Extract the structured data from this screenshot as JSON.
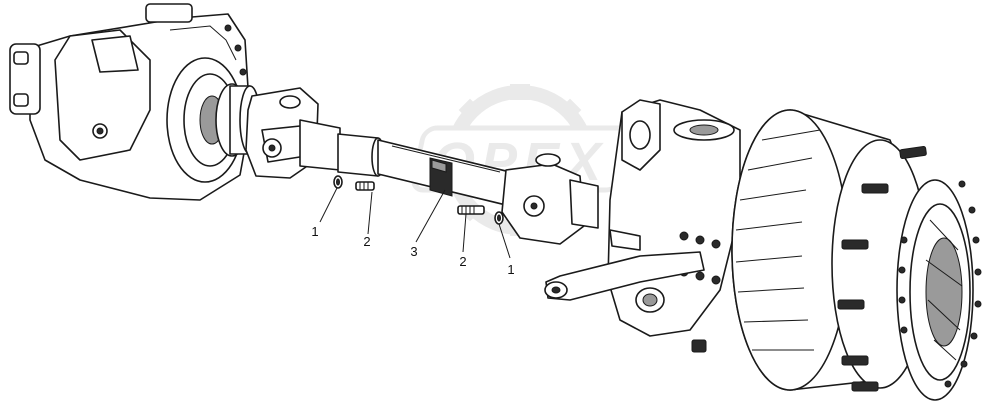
{
  "watermark": {
    "text": "OPEX",
    "color": "#d9d9d9"
  },
  "callouts": [
    {
      "id": "c1a",
      "label": "1"
    },
    {
      "id": "c2a",
      "label": "2"
    },
    {
      "id": "c3",
      "label": "3"
    },
    {
      "id": "c2b",
      "label": "2"
    },
    {
      "id": "c1b",
      "label": "1"
    }
  ],
  "colors": {
    "line": "#1a1a1a",
    "shade": "#9a9a9a",
    "background": "#ffffff"
  }
}
